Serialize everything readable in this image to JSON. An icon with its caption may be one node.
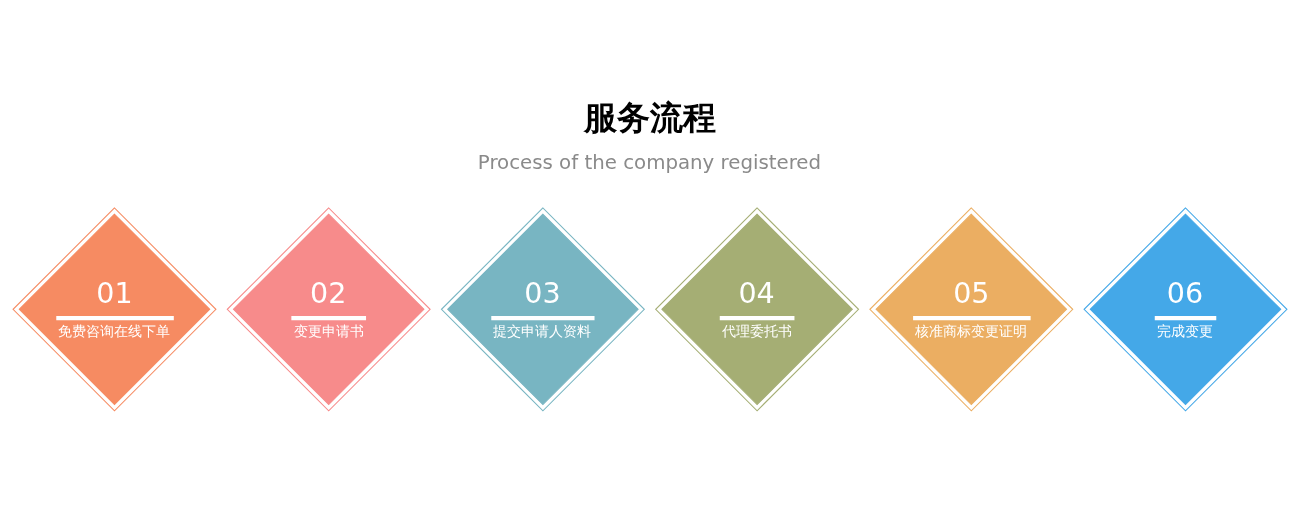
{
  "diagram": {
    "title": "服务流程",
    "nodes": [
      {
        "text": [
          "01",
          "免费咨询在线下单"
        ]
      },
      {
        "text": [
          "02",
          "变更申请书"
        ]
      },
      {
        "text": [
          "03",
          "提交申请人资料"
        ]
      },
      {
        "text": [
          "04",
          "代理委托书"
        ]
      },
      {
        "text": [
          "05",
          "核准商标变更证明"
        ]
      },
      {
        "text": [
          "06",
          "完成变更"
        ]
      }
    ],
    "edges": [],
    "labels": [
      "Process of the company registered"
    ]
  }
}
